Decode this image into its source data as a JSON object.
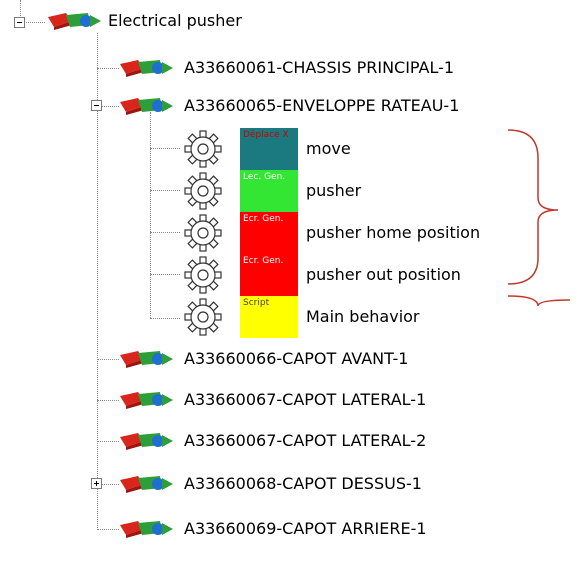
{
  "tree": {
    "root": {
      "label": "Electrical pusher",
      "expanded": true
    },
    "parts": [
      {
        "label": "A33660061-CHASSIS PRINCIPAL-1",
        "toggle": "none"
      },
      {
        "label": "A33660065-ENVELOPPE RATEAU-1",
        "toggle": "minus"
      },
      {
        "label": "A33660066-CAPOT AVANT-1",
        "toggle": "none"
      },
      {
        "label": "A33660067-CAPOT LATERAL-1",
        "toggle": "none"
      },
      {
        "label": "A33660067-CAPOT LATERAL-2",
        "toggle": "none"
      },
      {
        "label": "A33660068-CAPOT DESSUS-1",
        "toggle": "plus"
      },
      {
        "label": "A33660069-CAPOT ARRIERE-1",
        "toggle": "none"
      }
    ],
    "behaviors": [
      {
        "label": "move",
        "badge": "Déplace X",
        "badge_color": "#1a7a80",
        "text_color": "#cc0000"
      },
      {
        "label": "pusher",
        "badge": "Lec. Gen.",
        "badge_color": "#33e633",
        "text_color": "#ffffff"
      },
      {
        "label": "pusher home position",
        "badge": "Ecr. Gen.",
        "badge_color": "#ff0000",
        "text_color": "#ffffff"
      },
      {
        "label": "pusher out position",
        "badge": "Ecr. Gen.",
        "badge_color": "#ff0000",
        "text_color": "#ffffff"
      },
      {
        "label": "Main behavior",
        "badge": "Script",
        "badge_color": "#ffff00",
        "text_color": "#444444"
      }
    ]
  },
  "colors": {
    "brace": "#c0392b",
    "part_red": "#d9261c",
    "part_green": "#2e9e3a",
    "part_blue": "#1e6fd0"
  }
}
